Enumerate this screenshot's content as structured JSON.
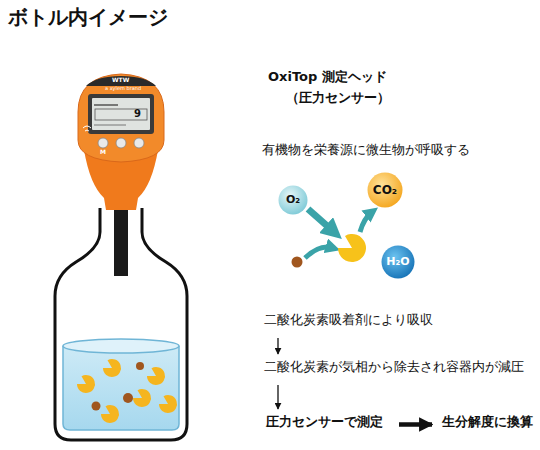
{
  "diagram": {
    "title": "ボトル内イメージ",
    "nodes": [
      {
        "text": [
          "O₂"
        ]
      },
      {
        "text": [
          "CO₂"
        ]
      },
      {
        "text": [
          "H₂O"
        ]
      },
      {
        "text": [
          "二酸化炭素吸着剤により吸収"
        ]
      },
      {
        "text": [
          "二酸化炭素が気相から除去され容器内が減圧"
        ]
      },
      {
        "text": [
          "圧力センサーで測定"
        ]
      },
      {
        "text": [
          "生分解度に換算"
        ]
      }
    ],
    "edges": [
      {
        "from": 3,
        "to": 4,
        "arrow": "to"
      },
      {
        "from": 4,
        "to": 5,
        "arrow": "to"
      },
      {
        "from": 5,
        "to": 6,
        "arrow": "to"
      }
    ],
    "labels": [
      "OxiTop 測定ヘッド",
      "（圧力センサー）",
      "有機物を栄養源に微生物が呼吸する",
      "WTW",
      "a xylem brand",
      "9",
      "M"
    ]
  }
}
